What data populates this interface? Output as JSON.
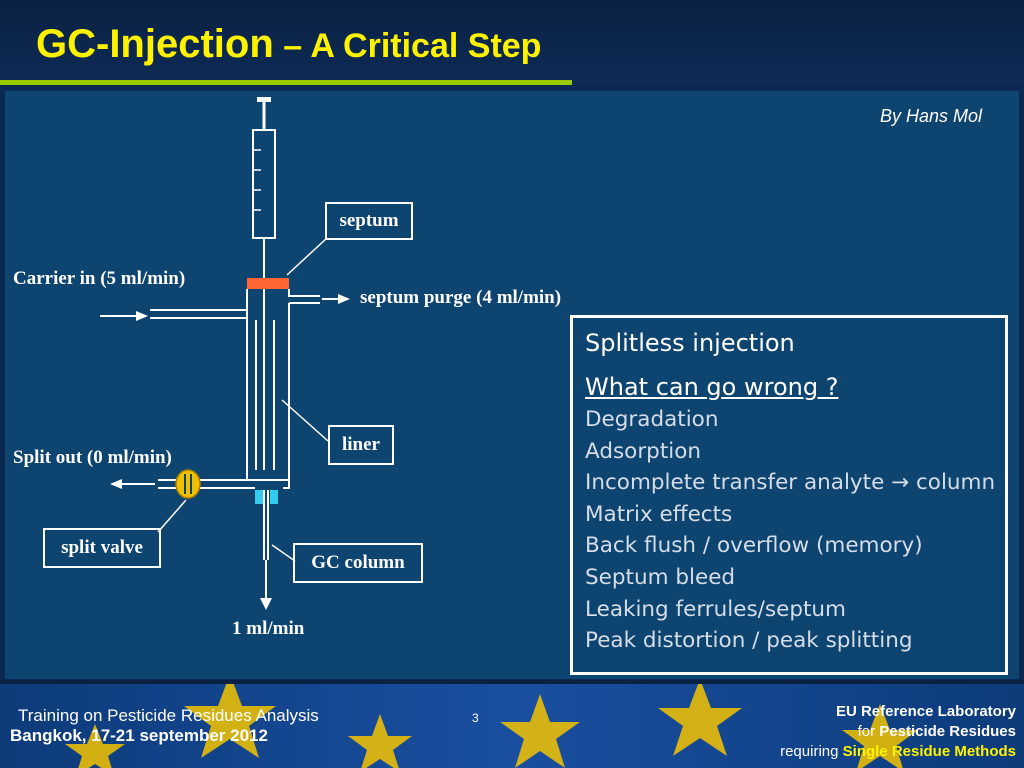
{
  "slide": {
    "title_part1": "GC-Injection",
    "title_part2": " – A Critical Step",
    "author": "By Hans Mol"
  },
  "diagram": {
    "labels": {
      "septum": "septum",
      "carrier_in": "Carrier in (5 ml/min)",
      "septum_purge": "septum purge (4 ml/min)",
      "liner": "liner",
      "split_out": "Split out (0 ml/min)",
      "split_valve": "split valve",
      "gc_column": "GC column",
      "column_flow": "1 ml/min"
    }
  },
  "issues": {
    "heading": "Splitless injection",
    "question": "What can go wrong ?",
    "items": [
      "Degradation",
      "Adsorption",
      "Incomplete transfer analyte → column",
      "Matrix effects",
      "Back flush / overflow (memory)",
      "Septum bleed",
      "Leaking ferrules/septum",
      "Peak distortion / peak splitting"
    ]
  },
  "footer": {
    "course": "Training on Pesticide Residues Analysis",
    "place": "Bangkok, 17-21 september 2012",
    "slide_number": "3",
    "lab_line1": "EU Reference Laboratory",
    "lab_line2_prefix": "for ",
    "lab_line2_main": "Pesticide Residues",
    "lab_line3_prefix": "requiring  ",
    "lab_line3_main": "Single Residue Methods"
  },
  "colors": {
    "title": "#fff200",
    "accent_line": "#99cc00",
    "septum": "#ff6633",
    "valve": "#f0c000",
    "ferrule": "#33ccee"
  }
}
